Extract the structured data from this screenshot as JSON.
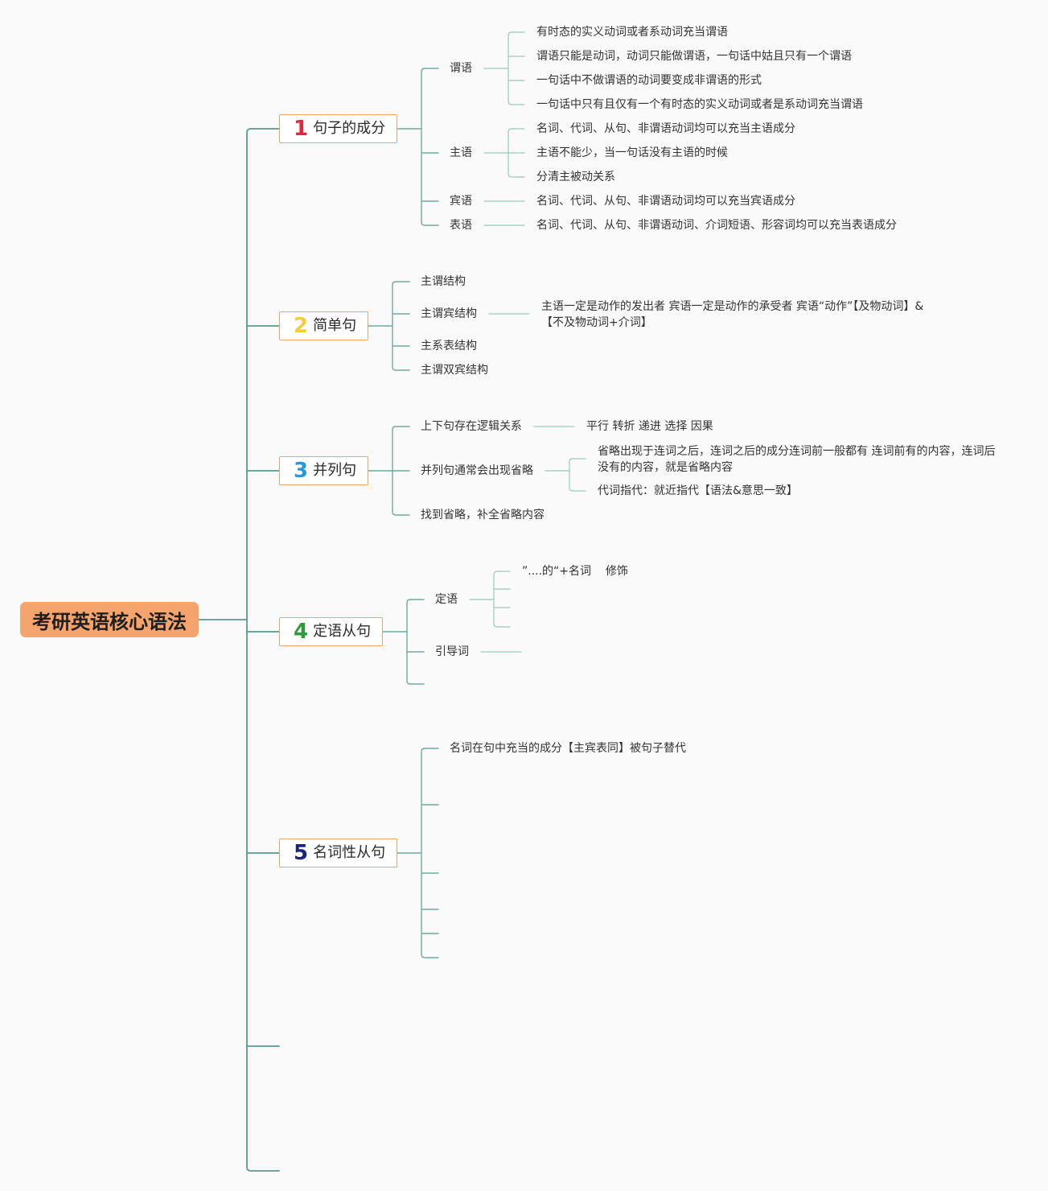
{
  "colors": {
    "background": "#fafafa",
    "root_fill": "#f4a46c",
    "node_border": "#f0a36c",
    "line_main": "#5b9a8c",
    "line_mid": "#6fa99c",
    "line_light": "#9ac8bc",
    "text": "#333333"
  },
  "root": {
    "label": "考研英语核心语法"
  },
  "topics": [
    {
      "number": "1",
      "number_color": "#e0283c",
      "label": "句子的成分",
      "children": [
        {
          "label": "谓语",
          "children": [
            {
              "label": "有时态的实义动词或者系动词充当谓语"
            },
            {
              "label": "谓语只能是动词，动词只能做谓语，一句话中姑且只有一个谓语"
            },
            {
              "label": "一句话中不做谓语的动词要变成非谓语的形式"
            },
            {
              "label": "一句话中只有且仅有一个有时态的实义动词或者是系动词充当谓语"
            }
          ]
        },
        {
          "label": "主语",
          "children": [
            {
              "label": "名词、代词、从句、非谓语动词均可以充当主语成分"
            },
            {
              "label": "主语不能少，当一句话没有主语的时候"
            },
            {
              "label": "分清主被动关系"
            }
          ]
        },
        {
          "label": "宾语",
          "children": [
            {
              "label": "名词、代词、从句、非谓语动词均可以充当宾语成分"
            }
          ]
        },
        {
          "label": "表语",
          "children": [
            {
              "label": "名词、代词、从句、非谓语动词、介词短语、形容词均可以充当表语成分"
            }
          ]
        }
      ]
    },
    {
      "number": "2",
      "number_color": "#f4cc3a",
      "label": "简单句",
      "children": [
        {
          "label": "主谓结构"
        },
        {
          "label": "主谓宾结构",
          "children": [
            {
              "label": "主语一定是动作的发出者 宾语一定是动作的承受者 宾语“动作”【及物动词】&\n【不及物动词+介词】"
            }
          ]
        },
        {
          "label": "主系表结构"
        },
        {
          "label": "主谓双宾结构"
        }
      ]
    },
    {
      "number": "3",
      "number_color": "#2a96de",
      "label": "并列句",
      "children": [
        {
          "label": "上下句存在逻辑关系",
          "children": [
            {
              "label": "平行 转折 递进 选择 因果"
            }
          ]
        },
        {
          "label": "并列句通常会出现省略",
          "children": [
            {
              "label": "省略出现于连词之后，连词之后的成分连词前一般都有 连词前有的内容，连词后\n没有的内容，就是省略内容"
            },
            {
              "label": "代词指代：就近指代【语法&意思一致】"
            }
          ]
        },
        {
          "label": "找到省略，补全省略内容"
        }
      ]
    },
    {
      "number": "4",
      "number_color": "#2e9a3e",
      "label": "定语从句",
      "children": [
        {
          "label": "定语",
          "children": [
            {
              "label": "”....的“+名词    修饰"
            }
          ]
        },
        {
          "label": "引导词"
        }
      ]
    },
    {
      "number": "5",
      "number_color": "#1c2678",
      "label": "名词性从句",
      "children": [
        {
          "label": "名词在句中充当的成分【主宾表同】被句子替代"
        }
      ]
    }
  ]
}
